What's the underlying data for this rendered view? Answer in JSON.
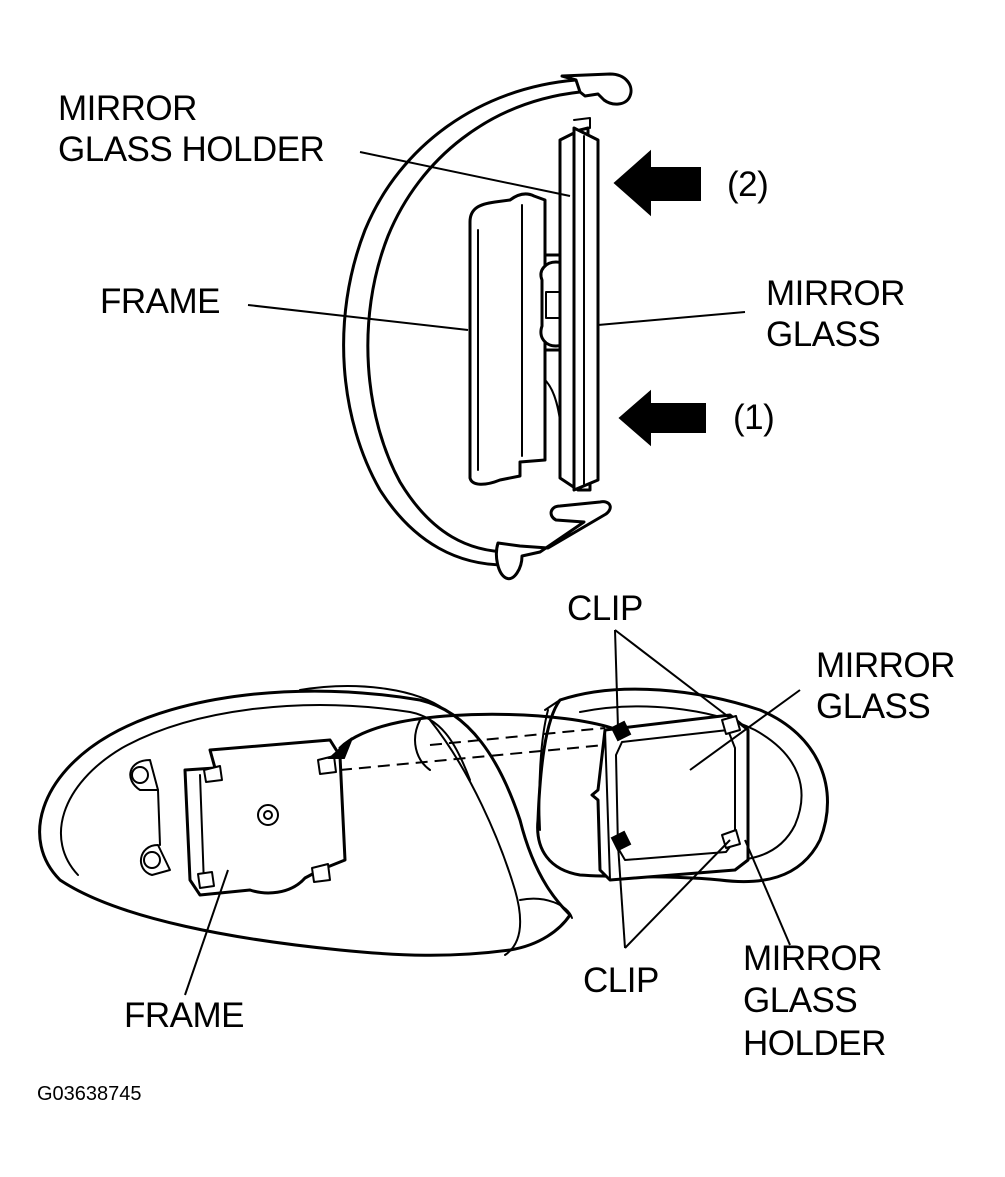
{
  "figure_id": "G03638745",
  "top_view": {
    "labels": {
      "mirror_glass_holder_line1": "MIRROR",
      "mirror_glass_holder_line2": "GLASS HOLDER",
      "frame": "FRAME",
      "mirror_glass_line1": "MIRROR",
      "mirror_glass_line2": "GLASS",
      "arrow_2": "(2)",
      "arrow_1": "(1)"
    }
  },
  "bottom_view": {
    "labels": {
      "clip_top": "CLIP",
      "clip_bottom": "CLIP",
      "mirror_glass_line1": "MIRROR",
      "mirror_glass_line2": "GLASS",
      "frame": "FRAME",
      "holder_line1": "MIRROR",
      "holder_line2": "GLASS",
      "holder_line3": "HOLDER"
    }
  }
}
